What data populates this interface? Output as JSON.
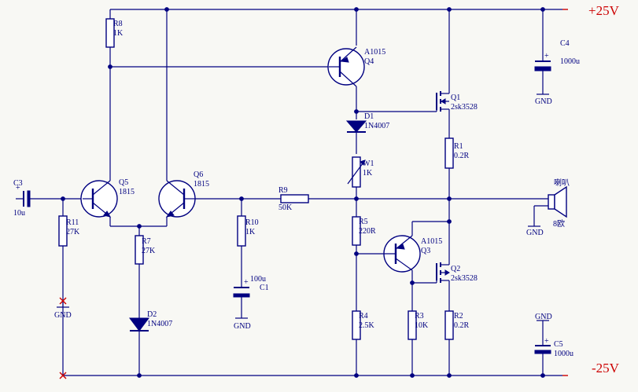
{
  "rails": {
    "positive": "+25V",
    "negative": "-25V"
  },
  "ground_label": "GND",
  "components": {
    "C3": {
      "ref": "C3",
      "value": "10u"
    },
    "C1": {
      "ref": "C1",
      "value": "100u"
    },
    "C4": {
      "ref": "C4",
      "value": "1000u"
    },
    "C5": {
      "ref": "C5",
      "value": "1000u"
    },
    "R1": {
      "ref": "R1",
      "value": "0.2R"
    },
    "R2": {
      "ref": "R2",
      "value": "0.2R"
    },
    "R3": {
      "ref": "R3",
      "value": "10K"
    },
    "R4": {
      "ref": "R4",
      "value": "2.5K"
    },
    "R5": {
      "ref": "R5",
      "value": "220R"
    },
    "R7": {
      "ref": "R7",
      "value": "27K"
    },
    "R8": {
      "ref": "R8",
      "value": "1K"
    },
    "R9": {
      "ref": "R9",
      "value": "50K"
    },
    "R10": {
      "ref": "R10",
      "value": "1K"
    },
    "R11": {
      "ref": "R11",
      "value": "27K"
    },
    "W1": {
      "ref": "W1",
      "value": "1K"
    },
    "D1": {
      "ref": "D1",
      "value": "1N4007"
    },
    "D2": {
      "ref": "D2",
      "value": "1N4007"
    },
    "Q1": {
      "ref": "Q1",
      "value": "2sk3528"
    },
    "Q2": {
      "ref": "Q2",
      "value": "2sk3528"
    },
    "Q3": {
      "ref": "Q3",
      "value": "A1015"
    },
    "Q4": {
      "ref": "Q4",
      "value": "A1015"
    },
    "Q5": {
      "ref": "Q5",
      "value": "1815"
    },
    "Q6": {
      "ref": "Q6",
      "value": "1815"
    }
  },
  "speaker": {
    "label": "喇叭",
    "impedance": "8欧"
  }
}
